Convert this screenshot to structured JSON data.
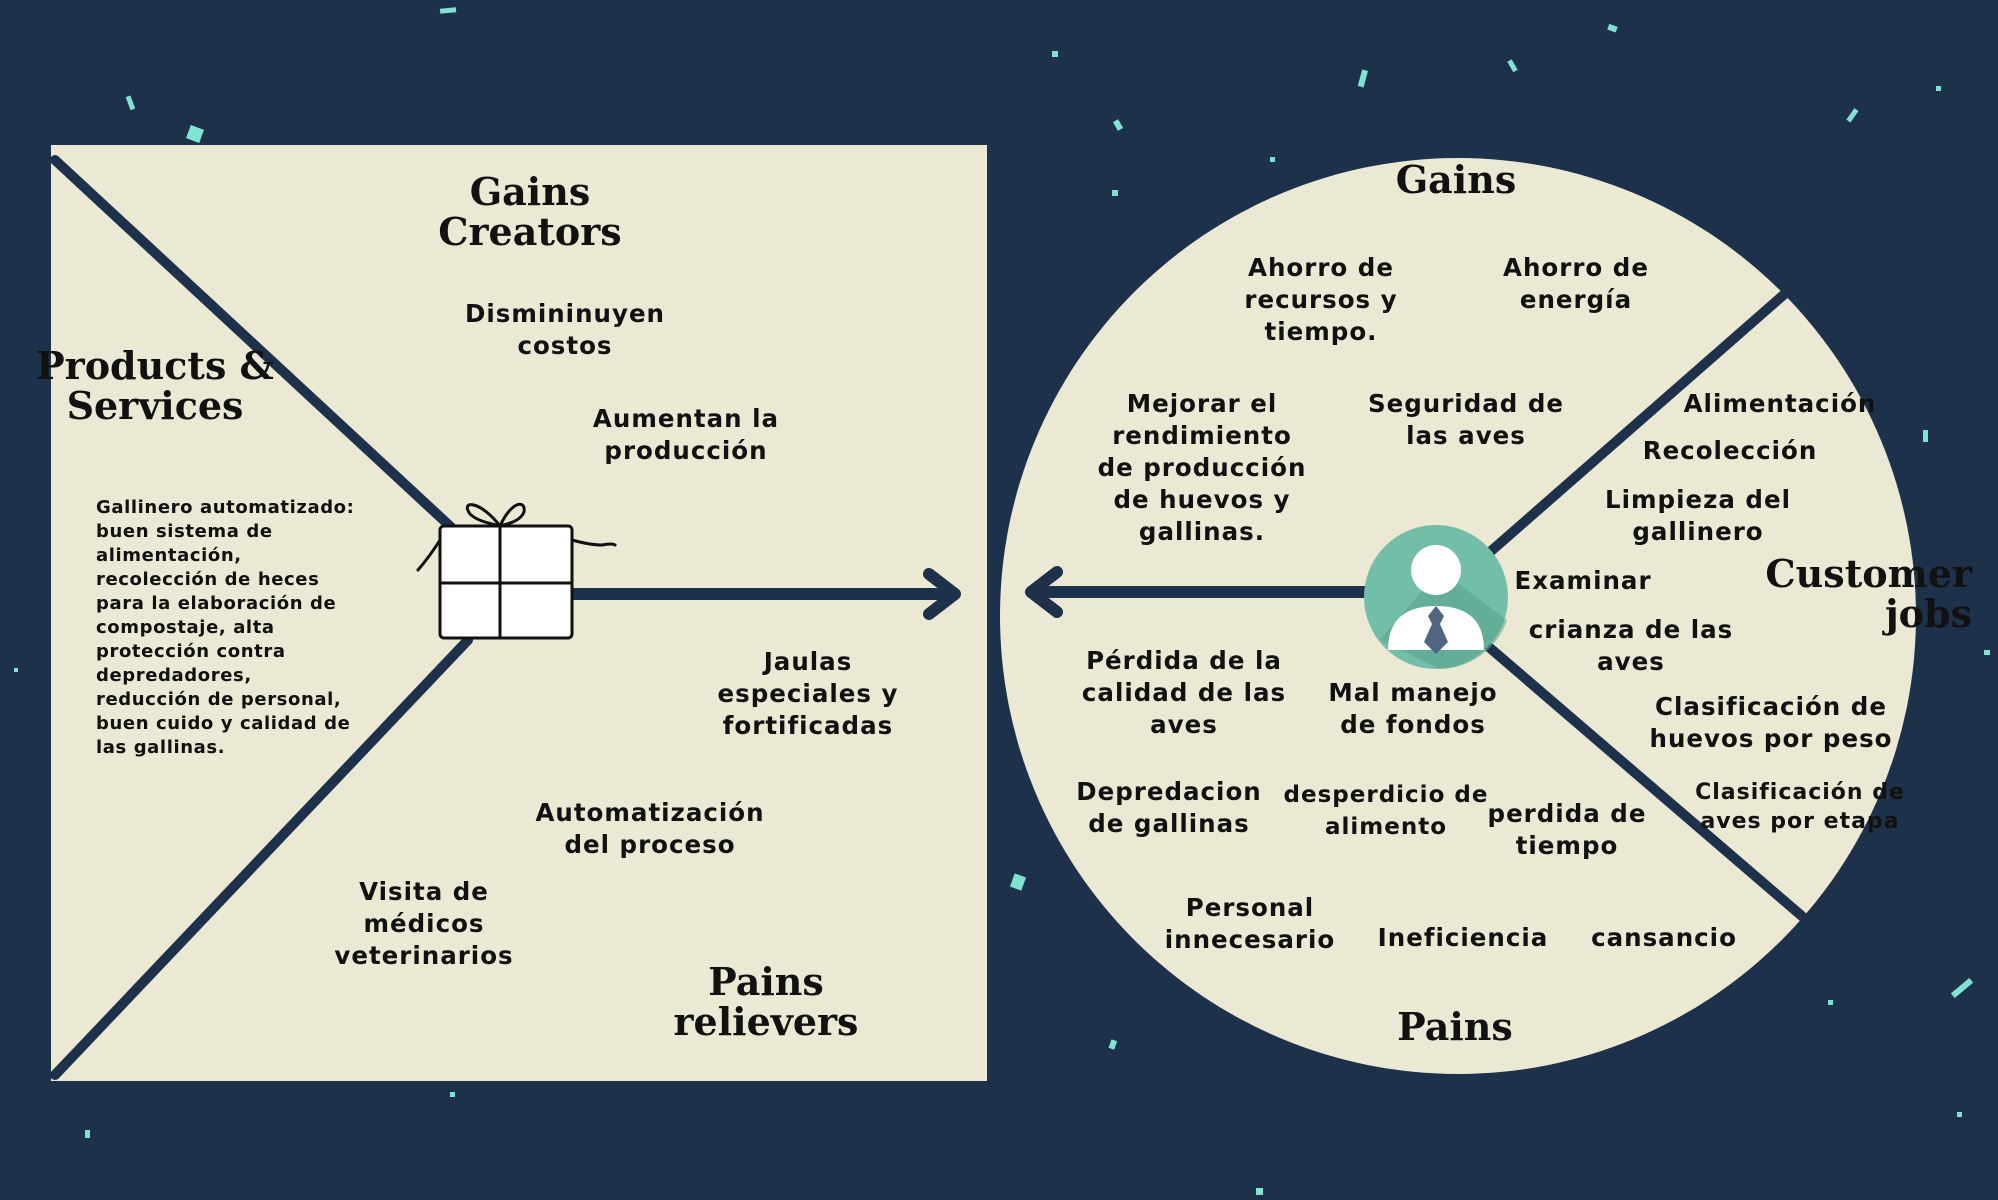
{
  "canvas": {
    "background": "#1e314a",
    "panel_fill": "#ebe8d4",
    "line_color": "#1e314a",
    "accent": "#72bea9",
    "confetti": "#7fe3cf"
  },
  "value_map": {
    "title": "Products & Services",
    "description": "Gallinero automatizado: buen sistema de alimentación, recolección de heces para la elaboración de compostaje, alta protección contra depredadores, reducción de personal, buen cuido y calidad de las gallinas.",
    "gains_creators": {
      "title": "Gains\nCreators",
      "items": [
        "Dismininuyen\ncostos",
        "Aumentan la\nproducción"
      ]
    },
    "pains_relievers": {
      "title": "Pains\nrelievers",
      "items": [
        "Jaulas\nespeciales y\nfortificadas",
        "Automatización\ndel proceso",
        "Visita de\nmédicos\nveterinarios"
      ]
    },
    "icon": "gift-box-icon"
  },
  "customer_profile": {
    "gains": {
      "title": "Gains",
      "items": [
        "Ahorro de\nrecursos y\ntiempo.",
        "Ahorro de\nenergía",
        "Mejorar el\nrendimiento\nde producción\nde huevos y\ngallinas.",
        "Seguridad de\nlas aves"
      ]
    },
    "customer_jobs": {
      "title": "Customer\njobs",
      "items": [
        "Alimentación",
        "Recolección",
        "Limpieza del\ngallinero",
        "Examinar",
        "crianza de las\naves",
        "Clasificación de\nhuevos por peso",
        "Clasificación de\naves por etapa"
      ]
    },
    "pains": {
      "title": "Pains",
      "items": [
        "Pérdida de la\ncalidad de las\naves",
        "Mal manejo\nde fondos",
        "Depredacion\nde gallinas",
        "desperdicio de\nalimento",
        "perdida de\ntiempo",
        "Personal\ninnecesario",
        "Ineficiencia",
        "cansancio"
      ]
    },
    "icon": "customer-avatar-icon"
  }
}
